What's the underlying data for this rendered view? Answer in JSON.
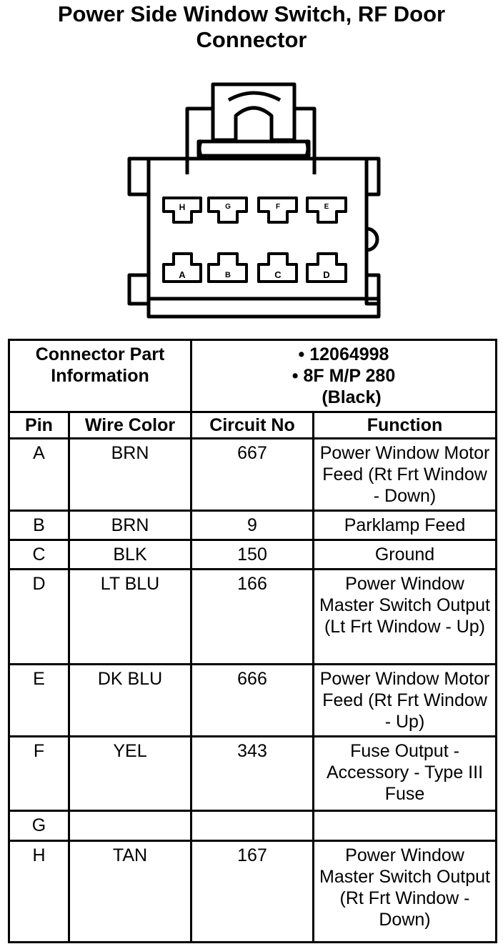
{
  "title": {
    "line1": "Power Side Window Switch, RF Door",
    "line2": "Connector"
  },
  "connector": {
    "top_row_pins": [
      "H",
      "G",
      "F",
      "E"
    ],
    "bottom_row_pins": [
      "A",
      "B",
      "C",
      "D"
    ]
  },
  "part_info": {
    "label_line1": "Connector Part",
    "label_line2": "Information",
    "line1": "• 12064998",
    "line2": "• 8F M/P 280",
    "line3": "(Black)"
  },
  "columns": {
    "pin": "Pin",
    "wire_color": "Wire Color",
    "circuit_no": "Circuit No",
    "function": "Function"
  },
  "rows": [
    {
      "pin": "A",
      "wire_color": "BRN",
      "circuit_no": "667",
      "function": "Power Window Motor Feed (Rt Frt Window - Down)"
    },
    {
      "pin": "B",
      "wire_color": "BRN",
      "circuit_no": "9",
      "function": "Parklamp Feed"
    },
    {
      "pin": "C",
      "wire_color": "BLK",
      "circuit_no": "150",
      "function": "Ground"
    },
    {
      "pin": "D",
      "wire_color": "LT BLU",
      "circuit_no": "166",
      "function": "Power Window Master Switch Output (Lt Frt Window - Up)"
    },
    {
      "pin": "E",
      "wire_color": "DK BLU",
      "circuit_no": "666",
      "function": "Power Window Motor Feed (Rt Frt Window - Up)"
    },
    {
      "pin": "F",
      "wire_color": "YEL",
      "circuit_no": "343",
      "function": "Fuse Output - Accessory - Type III Fuse"
    },
    {
      "pin": "G",
      "wire_color": "",
      "circuit_no": "",
      "function": ""
    },
    {
      "pin": "H",
      "wire_color": "TAN",
      "circuit_no": "167",
      "function": "Power Window Master Switch Output (Rt Frt Window - Down)"
    }
  ]
}
